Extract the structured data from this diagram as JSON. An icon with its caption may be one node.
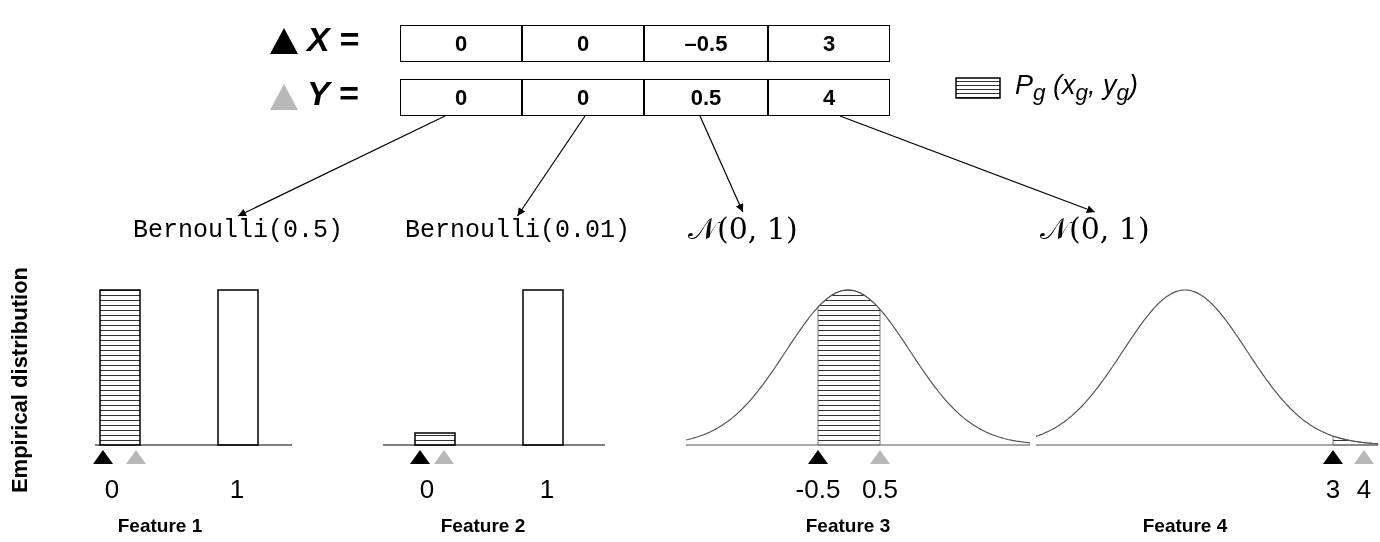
{
  "diagram": {
    "nodes": [
      {
        "text": [
          "0"
        ]
      },
      {
        "text": [
          "0"
        ]
      },
      {
        "text": [
          "–0.5"
        ]
      },
      {
        "text": [
          "3"
        ]
      },
      {
        "text": [
          "0"
        ]
      },
      {
        "text": [
          "0"
        ]
      },
      {
        "text": [
          "0.5"
        ]
      },
      {
        "text": [
          "4"
        ]
      },
      {
        "text": [
          "Bernoulli(0.5)"
        ]
      },
      {
        "text": [
          "Bernoulli(0.01)"
        ]
      },
      {
        "text": [
          "𝒩(0, 1)"
        ]
      },
      {
        "text": [
          "𝒩(0, 1)"
        ]
      }
    ],
    "edges": [
      {
        "from": 4,
        "to": 8,
        "arrow": "to"
      },
      {
        "from": 5,
        "to": 9,
        "arrow": "to"
      },
      {
        "from": 6,
        "to": 10,
        "arrow": "to"
      },
      {
        "from": 7,
        "to": 11,
        "arrow": "to"
      }
    ],
    "labels": [
      "X =",
      "Y =",
      "Empirical distribution",
      "0",
      "1",
      "0",
      "1",
      "-0.5",
      "0.5",
      "3",
      "4",
      "Feature 1",
      "Feature 2",
      "Feature 3",
      "Feature 4"
    ],
    "legend": [
      {
        "text": "P$_{g}$ (x$_{g}$, y$_{g}$)"
      }
    ]
  }
}
